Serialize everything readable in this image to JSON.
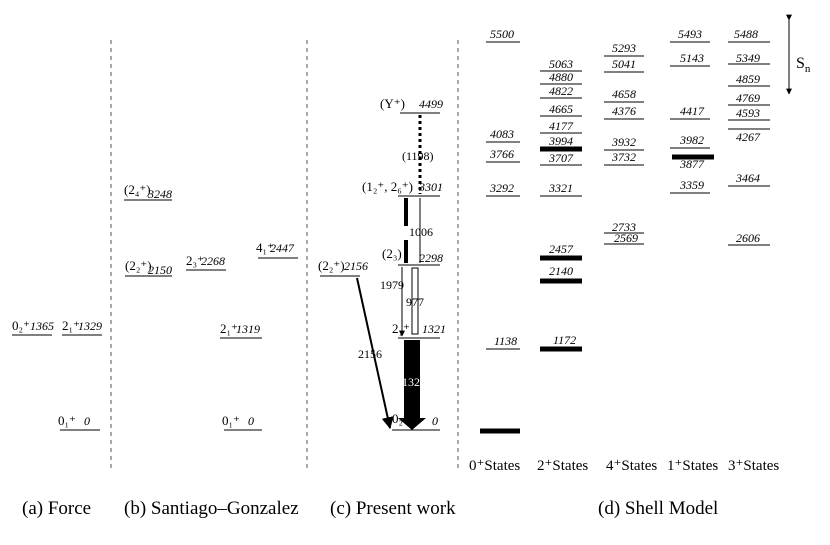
{
  "panels": [
    {
      "id": "a",
      "label": "(a) Force"
    },
    {
      "id": "b",
      "label": "(b) Santiago–Gonzalez"
    },
    {
      "id": "c",
      "label": "(c) Present work"
    },
    {
      "id": "d",
      "label": "(d) Shell Model"
    }
  ],
  "force": [
    {
      "spin": "0₂⁺",
      "energy": "1365"
    },
    {
      "spin": "2₁⁺",
      "energy": "1329"
    },
    {
      "spin": "0₁⁺",
      "energy": "0"
    }
  ],
  "santiago": [
    {
      "spin": "(2₄⁺)",
      "energy": "3248"
    },
    {
      "spin": "(2₂⁺)",
      "energy": "2150"
    },
    {
      "spin": "2₃⁺",
      "energy": "2268"
    },
    {
      "spin": "4₁⁺",
      "energy": "2447"
    },
    {
      "spin": "2₁⁺",
      "energy": "1319"
    },
    {
      "spin": "0₁⁺",
      "energy": "0"
    }
  ],
  "present": {
    "levels": [
      {
        "spin": "(Y⁺)",
        "energy": "4499"
      },
      {
        "spin": "(1₂⁺, 2₆⁺)",
        "energy": "3301"
      },
      {
        "spin": "(2₃)",
        "energy": "2298"
      },
      {
        "spin": "(2₂⁺)",
        "energy": "2156"
      },
      {
        "spin": "2₁⁺",
        "energy": "1321"
      },
      {
        "spin": "0₂⁺",
        "energy": "0"
      }
    ],
    "transitions": [
      {
        "energy": "(1198)"
      },
      {
        "energy": "1006"
      },
      {
        "energy": "1979"
      },
      {
        "energy": "977"
      },
      {
        "energy": "2156"
      },
      {
        "energy": "1321"
      }
    ]
  },
  "shell_model": {
    "columns": [
      {
        "label": "0⁺States",
        "levels": [
          "5500",
          "4083",
          "3766",
          "3292",
          "1138"
        ]
      },
      {
        "label": "2⁺States",
        "levels": [
          "5063",
          "4880",
          "4822",
          "4665",
          "4177",
          "3994",
          "3707",
          "3321",
          "2457",
          "2140",
          "1172"
        ]
      },
      {
        "label": "4⁺States",
        "levels": [
          "5293",
          "5041",
          "4658",
          "4376",
          "3932",
          "3732",
          "2733",
          "2569"
        ]
      },
      {
        "label": "1⁺States",
        "levels": [
          "5493",
          "5143",
          "4417",
          "3982",
          "3877",
          "3359"
        ]
      },
      {
        "label": "3⁺States",
        "levels": [
          "5488",
          "5349",
          "4859",
          "4769",
          "4593",
          "4267",
          "3464",
          "2606"
        ]
      }
    ],
    "sn_label": "S",
    "sn_sub": "n"
  }
}
